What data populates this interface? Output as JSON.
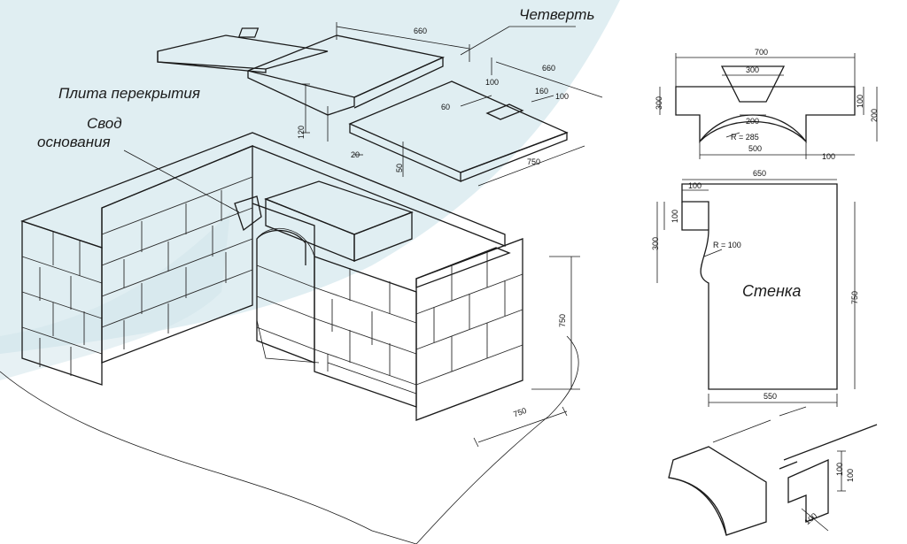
{
  "colors": {
    "background": "#ffffff",
    "wash": "#cfe4ea",
    "line": "#1a1a1a",
    "brick_face": "#eef0ee",
    "slab_face": "#f4f5f3"
  },
  "labels": {
    "quarter": "Четверть",
    "floor_slab": "Плита перекрытия",
    "arch_line1": "Свод",
    "arch_line2": "основания",
    "wall": "Стенка"
  },
  "dimensions": {
    "top_slab_660_a": "660",
    "top_slab_660_b": "660",
    "slab_thick_120": "120",
    "quarter_20": "20",
    "slab_50": "50",
    "slab_750": "750",
    "hole_100_a": "100",
    "hole_60": "60",
    "hole_160": "160",
    "hole_100_b": "100",
    "base_750_h": "750",
    "base_750_d": "750",
    "arch_700": "700",
    "arch_300_top": "300",
    "arch_300_left": "300",
    "arch_100_right": "100",
    "arch_200_right": "200",
    "arch_200_inner": "200",
    "arch_r285": "R = 285",
    "arch_500": "500",
    "arch_100_bottom": "100",
    "wall_650": "650",
    "wall_100_top": "100",
    "wall_100_left": "100",
    "wall_300": "300",
    "wall_r100": "R = 100",
    "wall_750": "750",
    "wall_550": "550",
    "detail_100_a": "100",
    "detail_100_b": "100",
    "detail_100_c": "100"
  }
}
